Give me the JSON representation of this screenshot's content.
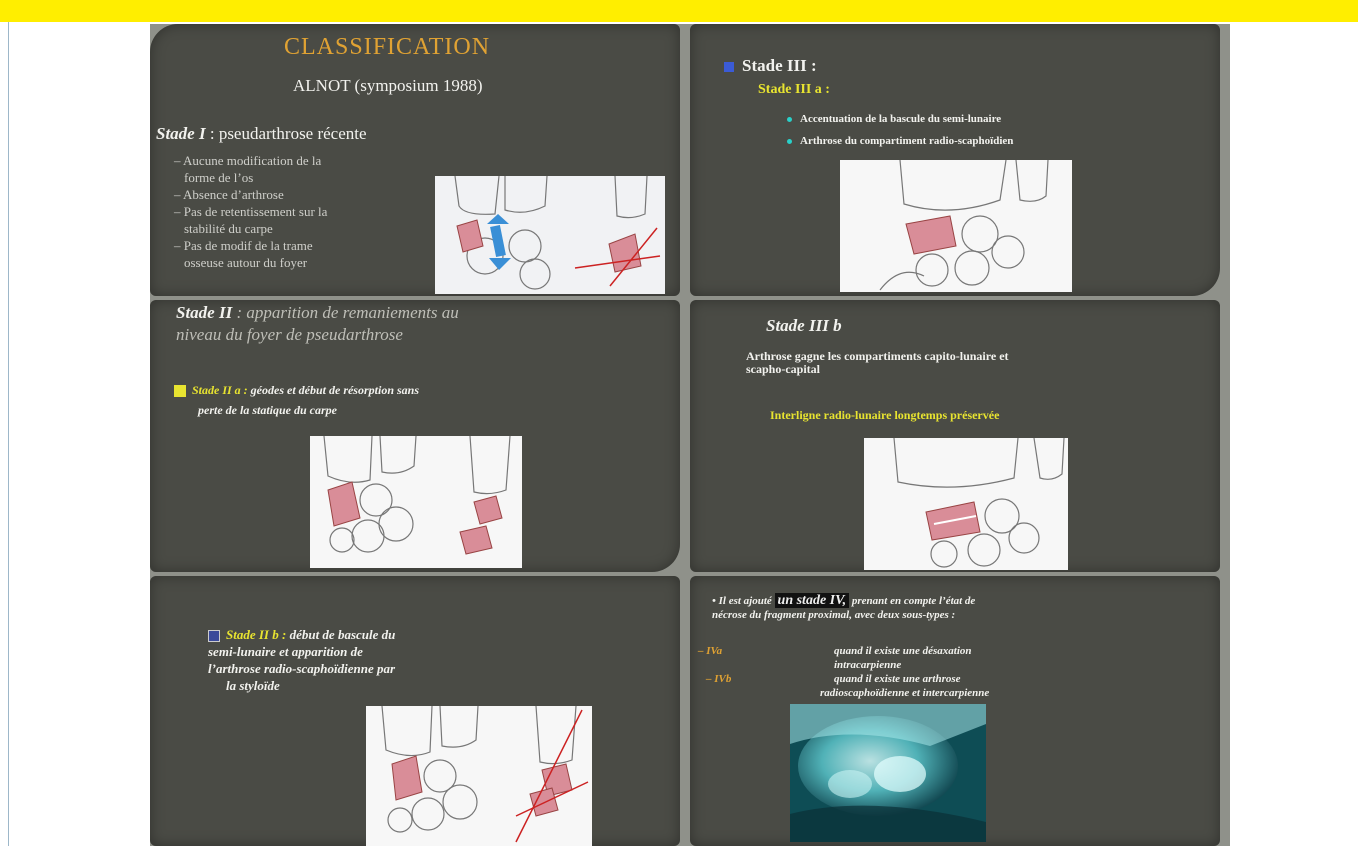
{
  "panel1": {
    "title": "CLASSIFICATION",
    "subtitle": "ALNOT (symposium 1988)",
    "stade_label": "Stade I",
    "stade_text": " : pseudarthrose récente",
    "items": [
      "– Aucune modification de la",
      "forme de l’os",
      "– Absence d’arthrose",
      "– Pas de retentissement sur la",
      "stabilité du carpe",
      "– Pas de modif de la trame",
      "osseuse autour du foyer"
    ]
  },
  "panel2": {
    "heading": "Stade III :",
    "sub": "Stade III a :",
    "bullets": [
      "Accentuation de la bascule du semi-lunaire",
      "Arthrose du compartiment radio-scaphoïdien"
    ]
  },
  "panel3": {
    "stade_label": "Stade II",
    "line1": " : apparition de remaniements au",
    "line2": "niveau du foyer de pseudarthrose",
    "sub_label": "Stade II a :",
    "sub_text": "  géodes et début de résorption sans",
    "sub_text2": "perte de la statique du carpe"
  },
  "panel4": {
    "heading": "Stade III b",
    "line1": "Arthrose gagne les compartiments capito-lunaire et",
    "line2": "scapho-capital",
    "highlight": "Interligne radio-lunaire longtemps préservée"
  },
  "panel5": {
    "sub_label": "Stade II b :",
    "text1": "  début de bascule du",
    "text2": "semi-lunaire et apparition de",
    "text3": "l’arthrose radio-scaphoïdienne par",
    "text4": "la styloïde"
  },
  "panel6": {
    "intro1": "• Il  est ajouté",
    "intro_strong": "un stade IV,",
    "intro2": " prenant en compte l’état de",
    "intro3": "nécrose du fragment proximal, avec deux sous-types :",
    "type_a_label": "– IVa",
    "type_a_text1": "quand il existe une désaxation",
    "type_a_text2": "intracarpienne",
    "type_b_label": "– IVb",
    "type_b_text1": "quand il existe une arthrose",
    "type_b_text2": "radioscaphoïdienne et intercarpienne"
  },
  "colors": {
    "panel_bg": "#4a4b45",
    "title_orange": "#e0a233",
    "accent_yellow": "#e8e430",
    "bone_red": "#d98d98"
  }
}
